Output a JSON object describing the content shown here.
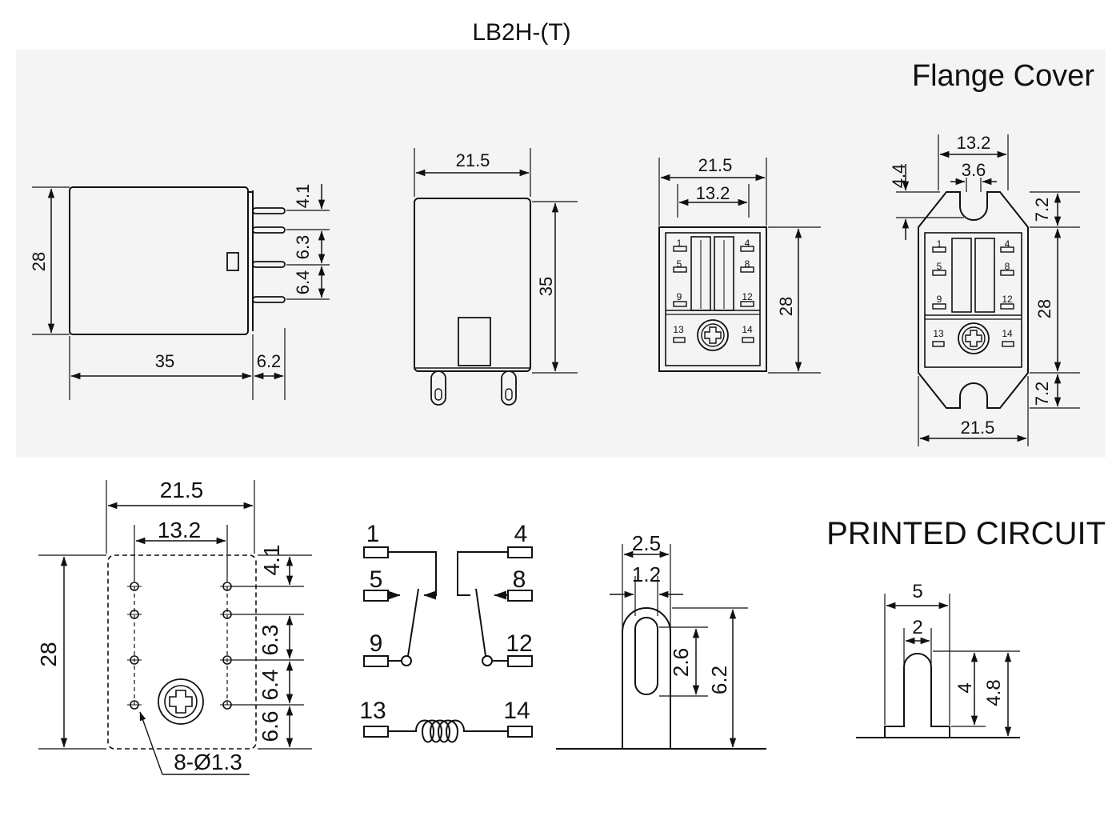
{
  "title": "LB2H-(T)",
  "flange_cover_label": "Flange Cover",
  "printed_circuit_label": "PRINTED CIRCUIT",
  "side_view": {
    "h": "28",
    "w": "35",
    "pin": "6.2",
    "d1": "4.1",
    "d2": "6.3",
    "d3": "6.4"
  },
  "front_view": {
    "w": "21.5",
    "h": "35"
  },
  "bottom_view": {
    "w": "21.5",
    "inner": "13.2",
    "h": "28",
    "pins": [
      "1",
      "4",
      "5",
      "8",
      "9",
      "12",
      "13",
      "14"
    ]
  },
  "flange_view": {
    "inner": "13.2",
    "slot": "3.6",
    "offset": "4.4",
    "top": "7.2",
    "h": "28",
    "bottom": "7.2",
    "w": "21.5",
    "pins": [
      "1",
      "4",
      "5",
      "8",
      "9",
      "12",
      "13",
      "14"
    ]
  },
  "pcb_layout": {
    "w": "21.5",
    "inner": "13.2",
    "h": "28",
    "d1": "4.1",
    "d2": "6.3",
    "d3": "6.4",
    "d4": "6.6",
    "holes": "8-Ø1.3"
  },
  "schematic": {
    "pins": [
      "1",
      "4",
      "5",
      "8",
      "9",
      "12",
      "13",
      "14"
    ]
  },
  "terminal_detail": {
    "w": "2.5",
    "slot": "1.2",
    "slot_len": "2.6",
    "len": "6.2"
  },
  "pc_pin": {
    "w": "5",
    "slot": "2",
    "h_inner": "4",
    "h": "4.8"
  }
}
